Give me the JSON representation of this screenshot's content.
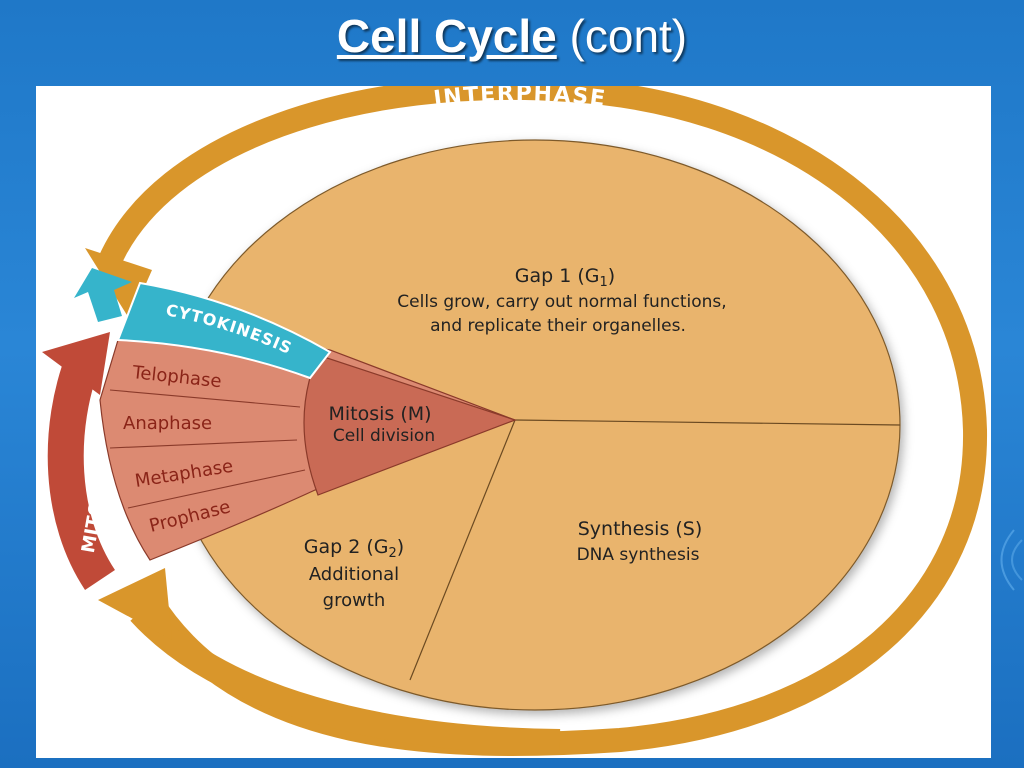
{
  "title": {
    "main": "Cell Cycle",
    "sub": "(cont)"
  },
  "diagram": {
    "interphase_label": "INTERPHASE",
    "mitosis_label": "MITOSIS",
    "cytokinesis_label": "CYTOKINESIS",
    "gap1": {
      "title": "Gap 1 (G",
      "subscript": "1",
      "line1": "Cells grow, carry out normal functions,",
      "line2": "and replicate their organelles."
    },
    "synthesis": {
      "title": "Synthesis (S)",
      "line1": "DNA synthesis"
    },
    "gap2": {
      "title": "Gap 2 (G",
      "subscript": "2",
      "line1": "Additional",
      "line2": "growth"
    },
    "mitosis": {
      "title": "Mitosis (M)",
      "line1": "Cell division"
    },
    "phases": [
      "Telophase",
      "Anaphase",
      "Metaphase",
      "Prophase"
    ]
  },
  "colors": {
    "background": "#1f78c8",
    "wheel_fill": "#e9b46d",
    "ring_orange": "#d9962b",
    "mitosis_red": "#c04a38",
    "phase_fill": "#dc8a72",
    "cytokinesis_cyan": "#36b4cb"
  }
}
